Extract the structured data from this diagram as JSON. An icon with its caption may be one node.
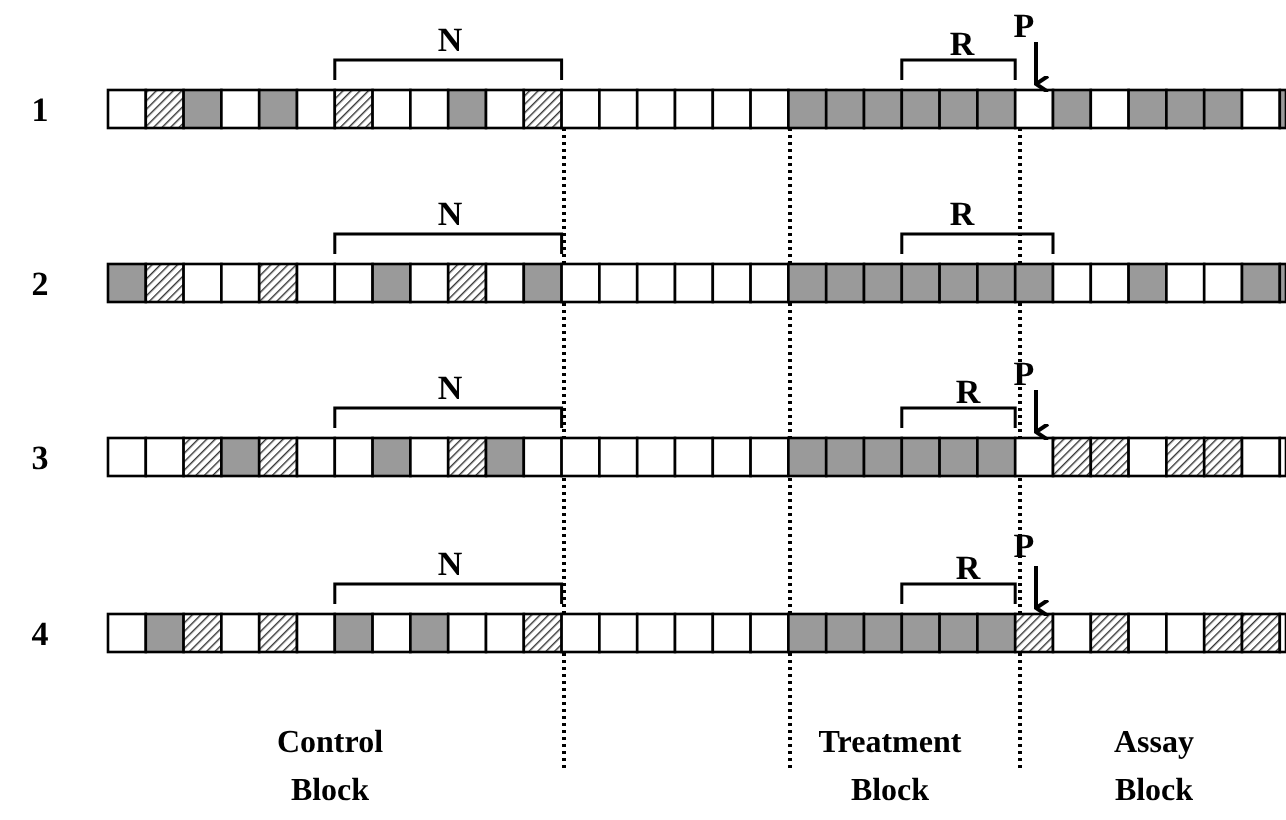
{
  "diagram": {
    "labels": [
      "N",
      "R",
      "P",
      "1",
      "N",
      "R",
      "2",
      "N",
      "R",
      "P",
      "3",
      "N",
      "R",
      "P",
      "4",
      "Control Block",
      "Treatment Block",
      "Assay Block"
    ]
  }
}
